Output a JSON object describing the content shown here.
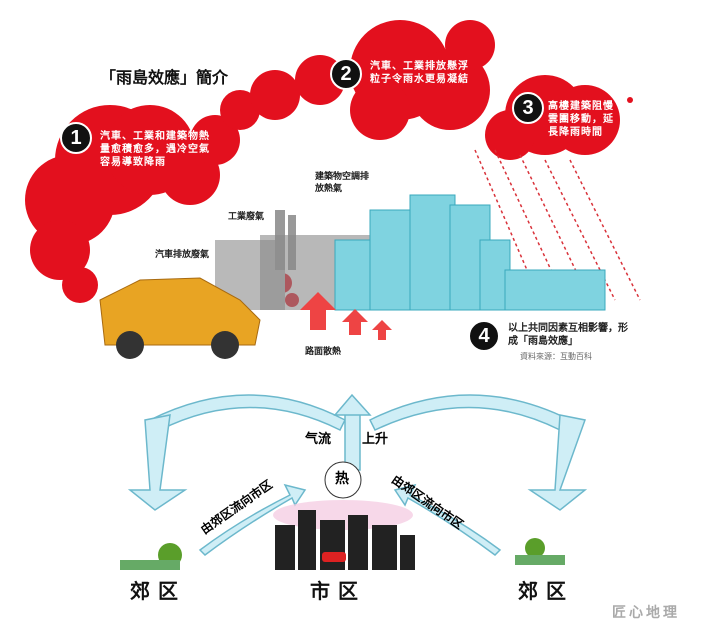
{
  "title": "「雨島效應」簡介",
  "steps": [
    {
      "num": "1",
      "text": "汽車、工業和建築物熱量愈積愈多，遇冷空氣容易導致降雨"
    },
    {
      "num": "2",
      "text": "汽車、工業排放懸浮粒子令雨水更易凝結"
    },
    {
      "num": "3",
      "text": "高樓建築阻慢雲團移動，延長降雨時間"
    },
    {
      "num": "4",
      "text": "以上共同因素互相影響，形成「雨島效應」"
    }
  ],
  "labels": {
    "car": "汽車排放廢氣",
    "industry": "工業廢氣",
    "building": "建築物空調排放熱氣",
    "road": "路面散熱",
    "source": "資料來源：互動百科"
  },
  "lower": {
    "airflow_left": "气流",
    "airflow_right": "上升",
    "heat": "热",
    "flow_left": "由郊区流向市区",
    "flow_right": "由郊区流向市区",
    "suburb_left": "郊区",
    "city": "市区",
    "suburb_right": "郊区"
  },
  "watermark": "匠心地理",
  "colors": {
    "cloud": "#e3101e",
    "building": "#7fd3e0",
    "arrow": "#cfeef6"
  }
}
